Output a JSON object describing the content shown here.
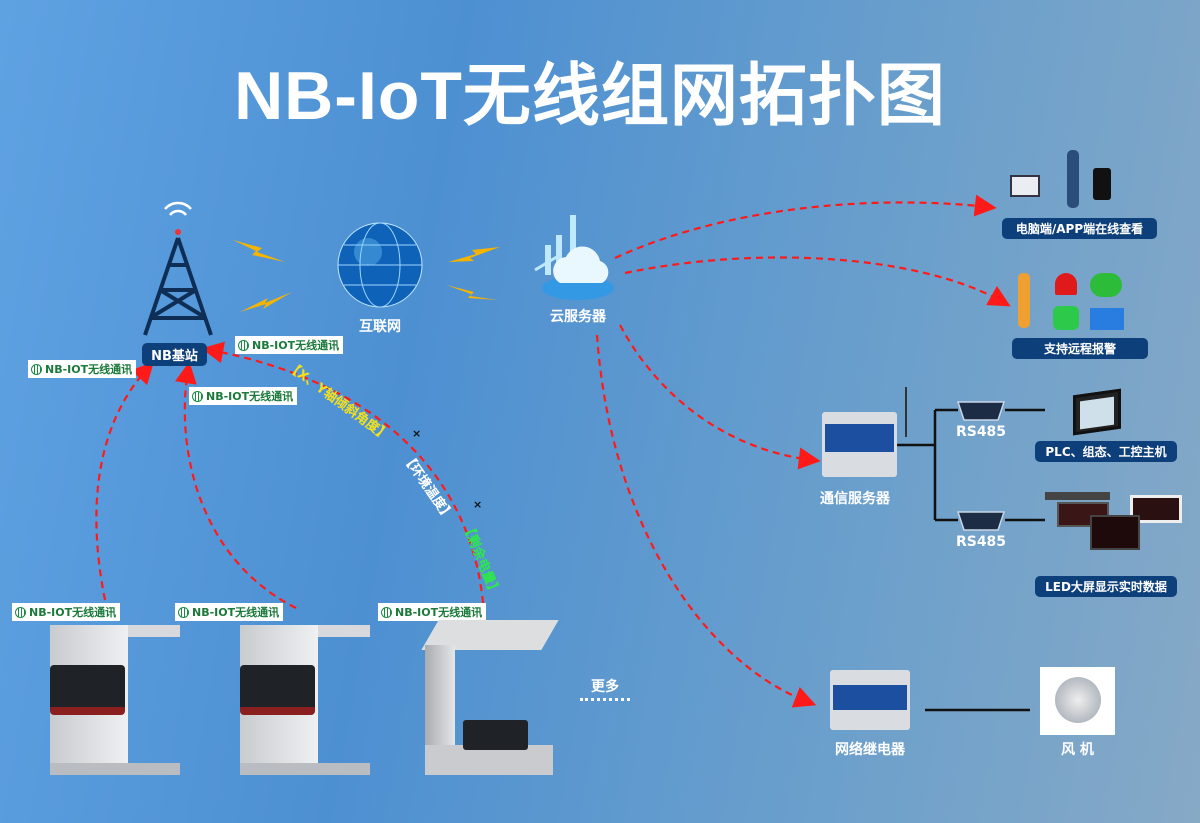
{
  "title": "NB-IoT无线组网拓扑图",
  "nodes": {
    "base_station": "NB基站",
    "internet": "互联网",
    "cloud": "云服务器",
    "comm_server": "通信服务器",
    "relay": "网络继电器",
    "fan": "风 机",
    "more": "更多"
  },
  "nb_label": "NB-IOT无线通讯",
  "data_labels": {
    "tilt": "【X、Y轴倾斜角度】",
    "sep": "×",
    "temp": "【环境温度】",
    "battery": "【剩余电量】"
  },
  "outputs": {
    "view": "电脑端/APP端在线查看",
    "alarm": "支持远程报警",
    "rs485_1": "RS485",
    "rs485_2": "RS485",
    "plc": "PLC、组态、工控主机",
    "led": "LED大屏显示实时数据"
  },
  "colors": {
    "arrow": "#ff1a1a",
    "label_bg": "#0d3f7a",
    "tilt": "#f5e11a",
    "temp": "#ffffff",
    "battery": "#2de84a",
    "nb_text": "#1b7a3a"
  }
}
